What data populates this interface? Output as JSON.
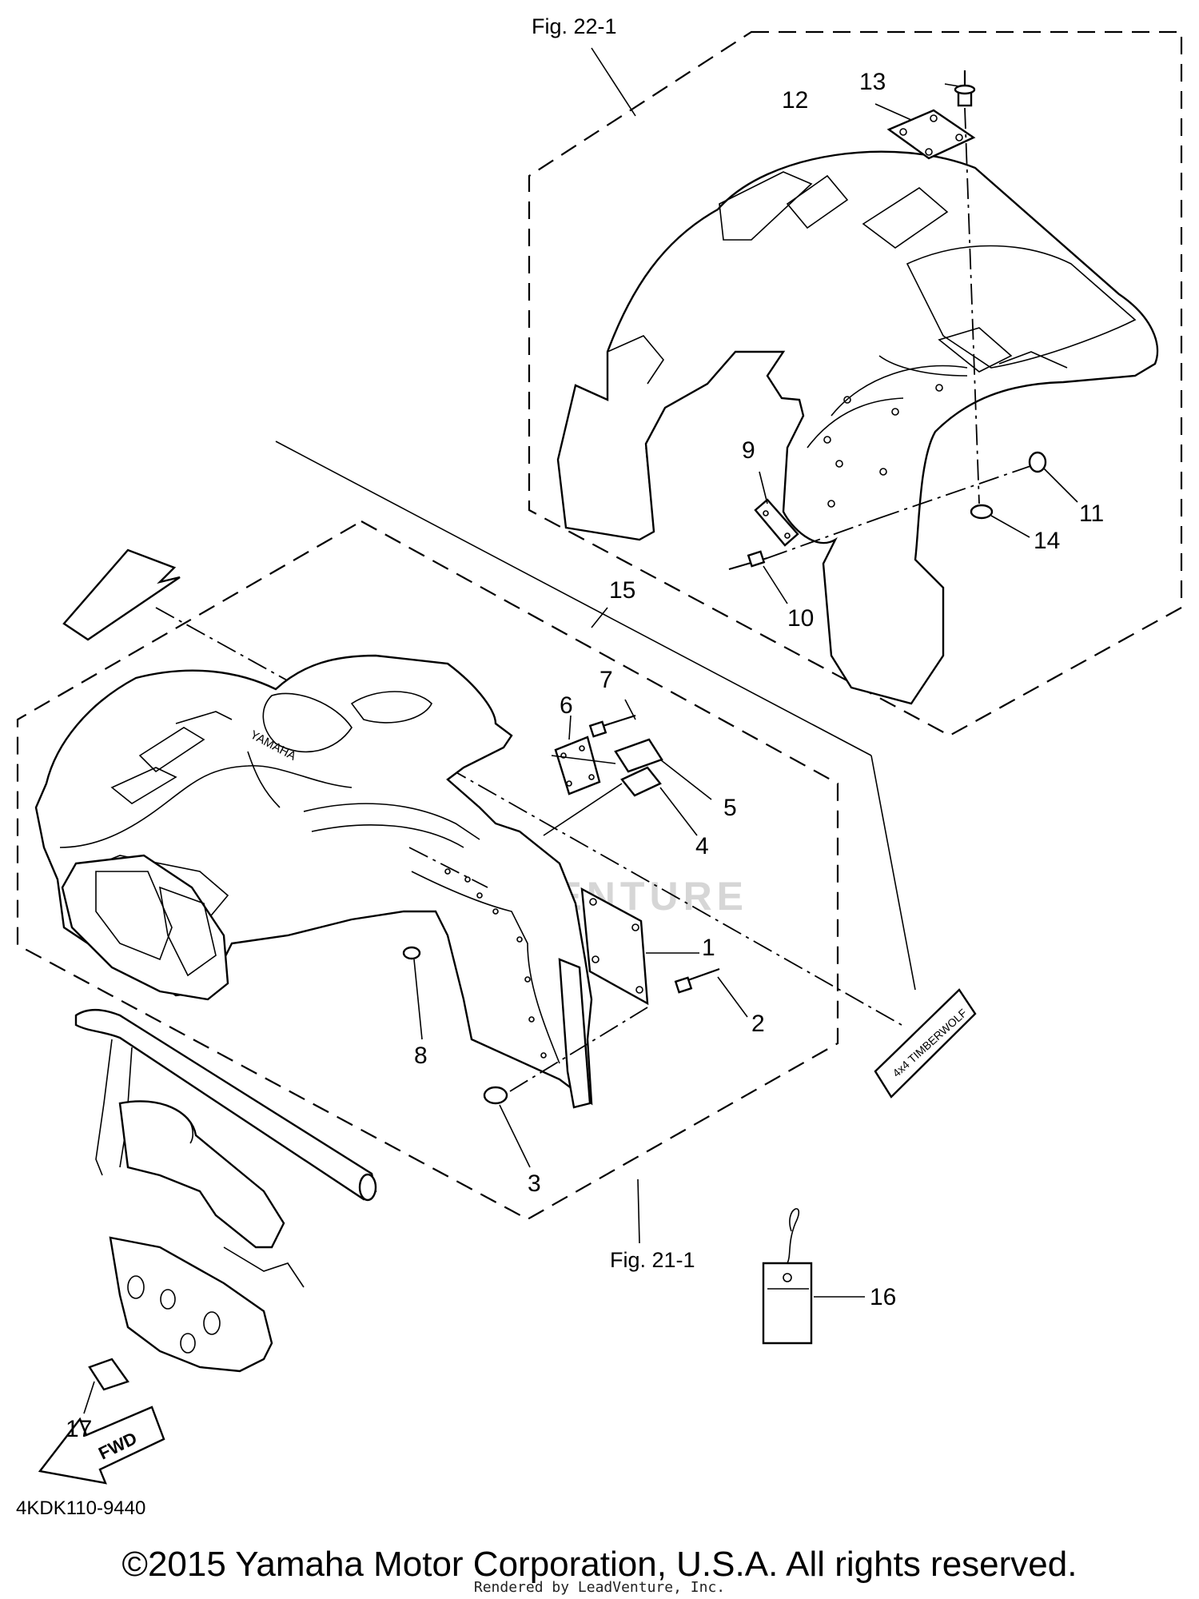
{
  "figure_refs": {
    "upper": "Fig. 22-1",
    "lower": "Fig. 21-1"
  },
  "callouts": [
    "1",
    "2",
    "3",
    "4",
    "5",
    "6",
    "7",
    "8",
    "9",
    "10",
    "11",
    "12",
    "13",
    "14",
    "15",
    "16",
    "17"
  ],
  "decal_texts": {
    "fwd": "FWD",
    "yamaha": "YAMAHA",
    "emblem": "4x4 TIMBERWOLF"
  },
  "part_code": "4KDK110-9440",
  "watermark": "LEADVENTURE",
  "copyright": "©2015 Yamaha Motor Corporation, U.S.A. All rights reserved.",
  "rendered_by": "Rendered by LeadVenture, Inc."
}
